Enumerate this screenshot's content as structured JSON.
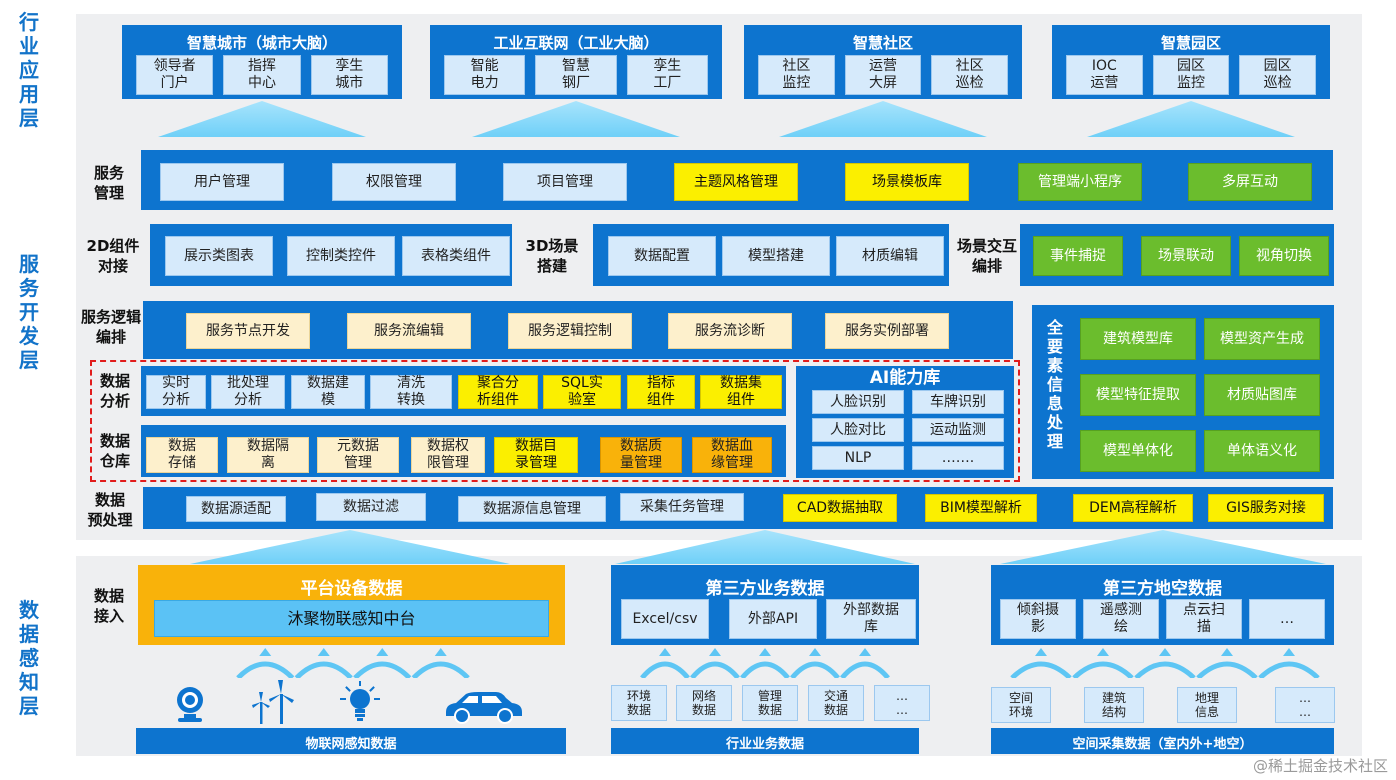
{
  "layers": {
    "industry": "行业应用层",
    "service": "服务开发层",
    "data": "数据感知层"
  },
  "apps": [
    {
      "title": "智慧城市（城市大脑）",
      "items": [
        "领导者\n门户",
        "指挥\n中心",
        "孪生\n城市"
      ]
    },
    {
      "title": "工业互联网（工业大脑）",
      "items": [
        "智能\n电力",
        "智慧\n钢厂",
        "孪生\n工厂"
      ]
    },
    {
      "title": "智慧社区",
      "items": [
        "社区\n监控",
        "运营\n大屏",
        "社区\n巡检"
      ]
    },
    {
      "title": "智慧园区",
      "items": [
        "IOC\n运营",
        "园区\n监控",
        "园区\n巡检"
      ]
    }
  ],
  "service_mgmt": {
    "label": "服务\n管理",
    "items": [
      "用户管理",
      "权限管理",
      "项目管理",
      "主题风格管理",
      "场景模板库",
      "管理端小程序",
      "多屏互动"
    ]
  },
  "comp2d": {
    "label": "2D组件\n对接",
    "items": [
      "展示类图表",
      "控制类控件",
      "表格类组件"
    ]
  },
  "scene3d": {
    "label": "3D场景\n搭建",
    "items": [
      "数据配置",
      "模型搭建",
      "材质编辑"
    ]
  },
  "interact": {
    "label": "场景交互\n编排",
    "items": [
      "事件捕捉",
      "场景联动",
      "视角切换"
    ]
  },
  "logic": {
    "label": "服务逻辑\n编排",
    "items": [
      "服务节点开发",
      "服务流编辑",
      "服务逻辑控制",
      "服务流诊断",
      "服务实例部署"
    ]
  },
  "analysis": {
    "label": "数据\n分析",
    "items": [
      "实时\n分析",
      "批处理\n分析",
      "数据建\n模",
      "清洗\n转换",
      "聚合分\n析组件",
      "SQL实\n验室",
      "指标\n组件",
      "数据集\n组件"
    ]
  },
  "warehouse": {
    "label": "数据\n仓库",
    "items": [
      "数据\n存储",
      "数据隔\n离",
      "元数据\n管理",
      "数据权\n限管理",
      "数据目\n录管理",
      "数据质\n量管理",
      "数据血\n缘管理"
    ]
  },
  "ai": {
    "title": "AI能力库",
    "items": [
      "人脸识别",
      "车牌识别",
      "人脸对比",
      "运动监测",
      "NLP",
      "……."
    ]
  },
  "elements": {
    "label": "全\n要\n素\n信\n息\n处\n理",
    "items": [
      "建筑模型库",
      "模型资产生成",
      "模型特征提取",
      "材质贴图库",
      "模型单体化",
      "单体语义化"
    ]
  },
  "preprocess": {
    "label": "数据\n预处理",
    "items": [
      "数据源适配",
      "数据过滤",
      "数据源信息管理",
      "采集任务管理",
      "CAD数据抽取",
      "BIM模型解析",
      "DEM高程解析",
      "GIS服务对接"
    ]
  },
  "access": {
    "label": "数据\n接入"
  },
  "platform": {
    "title": "平台设备数据",
    "hub": "沐聚物联感知中台"
  },
  "third_biz": {
    "title": "第三方业务数据",
    "items": [
      "Excel/csv",
      "外部API",
      "外部数据\n库"
    ]
  },
  "third_geo": {
    "title": "第三方地空数据",
    "items": [
      "倾斜摄\n影",
      "遥感测\n绘",
      "点云扫\n描",
      "…"
    ]
  },
  "iot": {
    "label": "物联网感知数据",
    "icons": [
      "camera-icon",
      "wind-turbine-icon",
      "light-bulb-icon",
      "car-icon"
    ]
  },
  "biz_sources": {
    "label": "行业业务数据",
    "items": [
      "环境\n数据",
      "网络\n数据",
      "管理\n数据",
      "交通\n数据",
      "…\n…"
    ]
  },
  "space_sources": {
    "label": "空间采集数据（室内外+地空）",
    "items": [
      "空间\n环境",
      "建筑\n结构",
      "地理\n信息",
      "…\n…"
    ]
  },
  "watermark": "@稀土掘金技术社区",
  "colors": {
    "blue": "#0d74cf",
    "light_blue": "#d6eafb",
    "yellow": "#fbef00",
    "green": "#6bbd2d",
    "cream": "#fdf0cc",
    "orange": "#f9b20a",
    "layer_text": "#1273c9"
  }
}
